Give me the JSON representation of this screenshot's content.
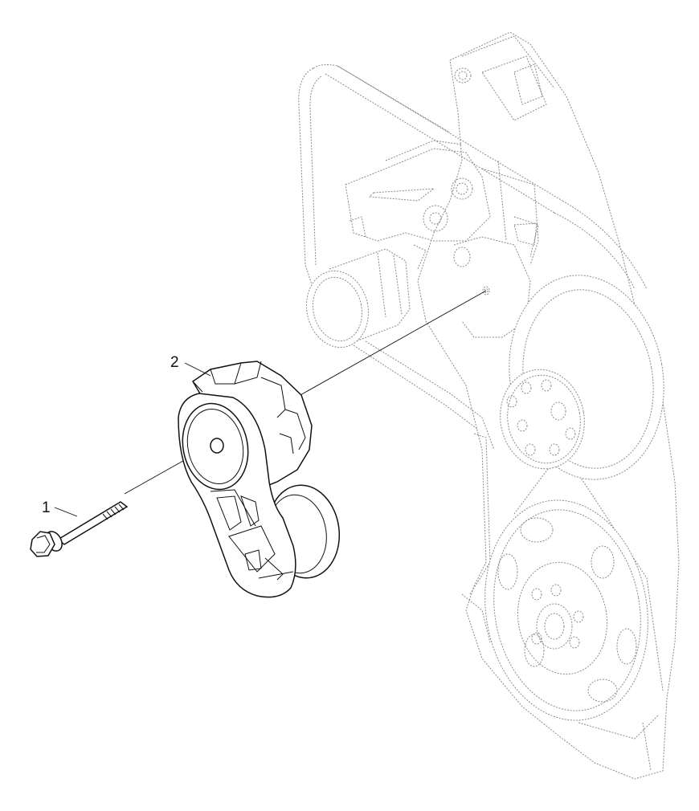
{
  "callouts": [
    {
      "id": "bolt",
      "number": "1"
    },
    {
      "id": "tensioner",
      "number": "2"
    }
  ],
  "colors": {
    "ghost_line": "#8a8a8a",
    "part_line": "#111111",
    "background": "#ffffff"
  }
}
